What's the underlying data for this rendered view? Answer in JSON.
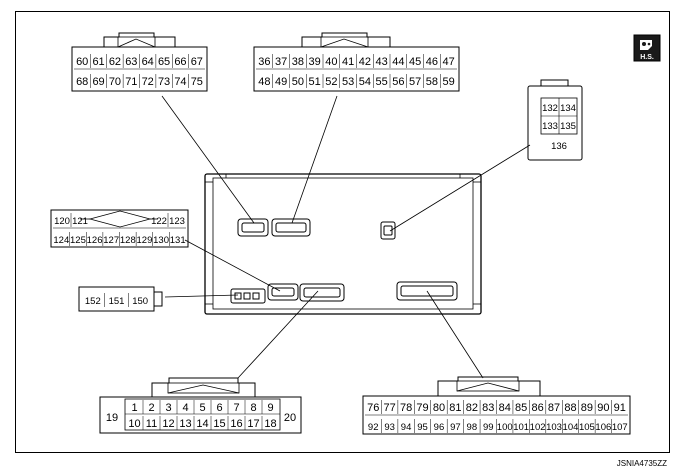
{
  "connectors": {
    "top_left": {
      "row1": [
        "60",
        "61",
        "62",
        "63",
        "64",
        "65",
        "66",
        "67"
      ],
      "row2": [
        "68",
        "69",
        "70",
        "71",
        "72",
        "73",
        "74",
        "75"
      ]
    },
    "top_middle": {
      "row1": [
        "36",
        "37",
        "38",
        "39",
        "40",
        "41",
        "42",
        "43",
        "44",
        "45",
        "46",
        "47"
      ],
      "row2": [
        "48",
        "49",
        "50",
        "51",
        "52",
        "53",
        "54",
        "55",
        "56",
        "57",
        "58",
        "59"
      ]
    },
    "right_small": {
      "row1": [
        "132",
        "134"
      ],
      "row2": [
        "133",
        "135"
      ],
      "bottom": "136"
    },
    "left_middle": {
      "row1_left": [
        "120",
        "121"
      ],
      "row1_right": [
        "122",
        "123"
      ],
      "row2": [
        "124",
        "125",
        "126",
        "127",
        "128",
        "129",
        "130",
        "131"
      ]
    },
    "left_small": {
      "pins": [
        "152",
        "151",
        "150"
      ]
    },
    "bottom_left": {
      "left_pin": "19",
      "right_pin": "20",
      "row1": [
        "1",
        "2",
        "3",
        "4",
        "5",
        "6",
        "7",
        "8",
        "9"
      ],
      "row2": [
        "10",
        "11",
        "12",
        "13",
        "14",
        "15",
        "16",
        "17",
        "18"
      ]
    },
    "bottom_right": {
      "row1": [
        "76",
        "77",
        "78",
        "79",
        "80",
        "81",
        "82",
        "83",
        "84",
        "85",
        "86",
        "87",
        "88",
        "89",
        "90",
        "91"
      ],
      "row2": [
        "92",
        "93",
        "94",
        "95",
        "96",
        "97",
        "98",
        "99",
        "100",
        "101",
        "102",
        "103",
        "104",
        "105",
        "106",
        "107"
      ]
    }
  },
  "hs_icon": {
    "label": "H.S."
  },
  "document_id": "JSNIA4735ZZ"
}
